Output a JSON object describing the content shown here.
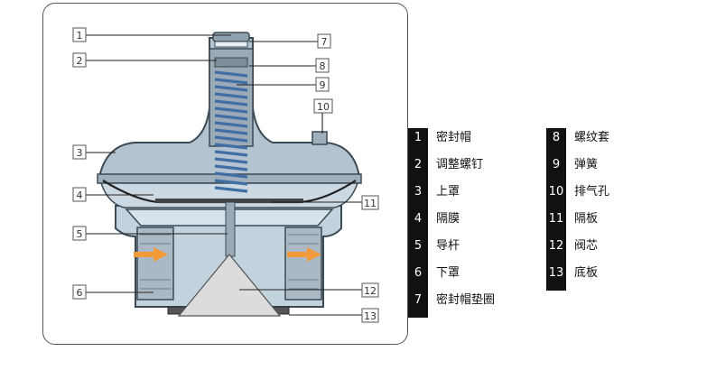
{
  "callouts": [
    "1",
    "2",
    "3",
    "4",
    "5",
    "6",
    "7",
    "8",
    "9",
    "10",
    "11",
    "12",
    "13"
  ],
  "legend_left": [
    {
      "num": "1",
      "text": "密封帽"
    },
    {
      "num": "2",
      "text": "调整螺钉"
    },
    {
      "num": "3",
      "text": "上罩"
    },
    {
      "num": "4",
      "text": "隔膜"
    },
    {
      "num": "5",
      "text": "导杆"
    },
    {
      "num": "6",
      "text": "下罩"
    },
    {
      "num": "7",
      "text": "密封帽垫圈"
    }
  ],
  "legend_right": [
    {
      "num": "8",
      "text": "螺纹套"
    },
    {
      "num": "9",
      "text": "弹簧"
    },
    {
      "num": "10",
      "text": "排气孔"
    },
    {
      "num": "11",
      "text": "隔板"
    },
    {
      "num": "12",
      "text": "阀芯"
    },
    {
      "num": "13",
      "text": "底板"
    }
  ],
  "colors": {
    "body_fill": "#bccdd9",
    "body_stroke": "#3c4a55",
    "spring": "#3f6fa3",
    "flow_arrow": "#f29a3a",
    "valve_cone": "#dcdcdc",
    "legend_number_bg": "#111111"
  }
}
